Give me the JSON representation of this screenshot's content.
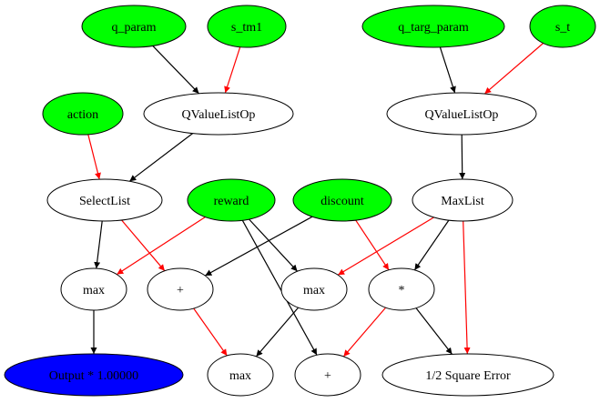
{
  "colors": {
    "input_fill": "#00ff00",
    "op_fill": "#ffffff",
    "output_fill": "#0000ff",
    "stroke": "#000000",
    "edge_black": "#000000",
    "edge_red": "#ff0000"
  },
  "nodes": {
    "q_param": {
      "label": "q_param",
      "kind": "input"
    },
    "s_tm1": {
      "label": "s_tm1",
      "kind": "input"
    },
    "q_targ_param": {
      "label": "q_targ_param",
      "kind": "input"
    },
    "s_t": {
      "label": "s_t",
      "kind": "input"
    },
    "qvalue_left": {
      "label": "QValueListOp",
      "kind": "op"
    },
    "qvalue_right": {
      "label": "QValueListOp",
      "kind": "op"
    },
    "action": {
      "label": "action",
      "kind": "input"
    },
    "selectlist": {
      "label": "SelectList",
      "kind": "op"
    },
    "reward": {
      "label": "reward",
      "kind": "input"
    },
    "discount": {
      "label": "discount",
      "kind": "input"
    },
    "maxlist": {
      "label": "MaxList",
      "kind": "op"
    },
    "max1": {
      "label": "max",
      "kind": "op"
    },
    "plus1": {
      "label": "+",
      "kind": "op"
    },
    "max2": {
      "label": "max",
      "kind": "op"
    },
    "times": {
      "label": "*",
      "kind": "op"
    },
    "output": {
      "label": "Output * 1.00000",
      "kind": "output"
    },
    "max3": {
      "label": "max",
      "kind": "op"
    },
    "plus2": {
      "label": "+",
      "kind": "op"
    },
    "square_error": {
      "label": "1/2 Square Error",
      "kind": "op"
    }
  },
  "edges": [
    {
      "from": "q_param",
      "to": "qvalue_left",
      "color": "black"
    },
    {
      "from": "s_tm1",
      "to": "qvalue_left",
      "color": "red"
    },
    {
      "from": "q_targ_param",
      "to": "qvalue_right",
      "color": "black"
    },
    {
      "from": "s_t",
      "to": "qvalue_right",
      "color": "red"
    },
    {
      "from": "action",
      "to": "selectlist",
      "color": "red"
    },
    {
      "from": "qvalue_left",
      "to": "selectlist",
      "color": "black"
    },
    {
      "from": "qvalue_right",
      "to": "maxlist",
      "color": "black"
    },
    {
      "from": "selectlist",
      "to": "max1",
      "color": "black"
    },
    {
      "from": "selectlist",
      "to": "plus1",
      "color": "red"
    },
    {
      "from": "reward",
      "to": "max1",
      "color": "red"
    },
    {
      "from": "reward",
      "to": "max2",
      "color": "black"
    },
    {
      "from": "reward",
      "to": "plus2",
      "color": "black"
    },
    {
      "from": "discount",
      "to": "plus1",
      "color": "black"
    },
    {
      "from": "discount",
      "to": "times",
      "color": "red"
    },
    {
      "from": "maxlist",
      "to": "max2",
      "color": "red"
    },
    {
      "from": "maxlist",
      "to": "times",
      "color": "black"
    },
    {
      "from": "maxlist",
      "to": "square_error",
      "color": "red"
    },
    {
      "from": "max1",
      "to": "output",
      "color": "black"
    },
    {
      "from": "plus1",
      "to": "max3",
      "color": "red"
    },
    {
      "from": "max2",
      "to": "max3",
      "color": "black"
    },
    {
      "from": "times",
      "to": "plus2",
      "color": "red"
    },
    {
      "from": "times",
      "to": "square_error",
      "color": "black"
    }
  ]
}
